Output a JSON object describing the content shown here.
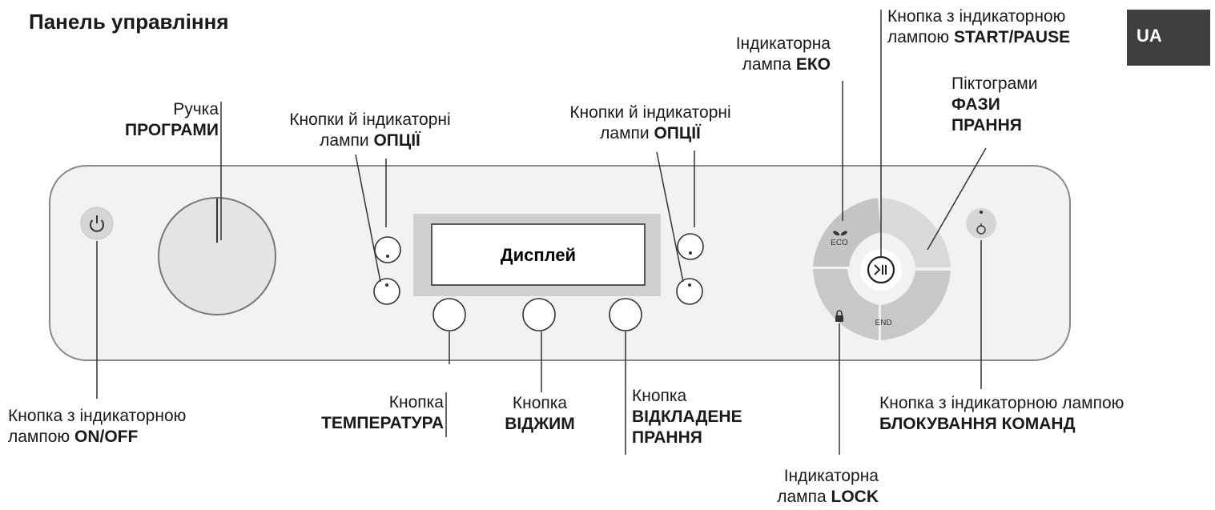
{
  "header": {
    "title": "Панель управління",
    "lang_badge": "UA"
  },
  "display": {
    "label": "Дисплей"
  },
  "panel_icons": {
    "eco": "ECO",
    "end": "END"
  },
  "callouts": {
    "program_knob": {
      "line1": "Ручка",
      "line2": "ПРОГРАМИ"
    },
    "options_left": {
      "line1": "Кнопки й індикаторні",
      "line2_plain": "лампи ",
      "line2_bold": "ОПЦІЇ"
    },
    "options_right": {
      "line1": "Кнопки й індикаторні",
      "line2_plain": "лампи ",
      "line2_bold": "ОПЦІЇ"
    },
    "eco_lamp": {
      "line1": "Індикаторна",
      "line2_plain": "лампа ",
      "line2_bold": "ЕКО"
    },
    "start_pause": {
      "line1": "Кнопка з індикаторною",
      "line2_plain": "лампою ",
      "line2_bold": "START/PAUSE"
    },
    "wash_phases": {
      "line1": "Піктограми",
      "line2": "ФАЗИ",
      "line3": "ПРАННЯ"
    },
    "on_off": {
      "line1": "Кнопка з індикаторною",
      "line2_plain": "лампою ",
      "line2_bold": "ON/OFF"
    },
    "temperature": {
      "line1": "Кнопка",
      "line2": "ТЕМПЕРАТУРА"
    },
    "spin": {
      "line1": "Кнопка",
      "line2": "ВІДЖИМ"
    },
    "delay": {
      "line1": "Кнопка",
      "line2": "ВІДКЛАДЕНЕ",
      "line3": "ПРАННЯ"
    },
    "lock_lamp": {
      "line1": "Індикаторна",
      "line2_plain": "лампа ",
      "line2_bold": "LOCK"
    },
    "child_lock": {
      "line1": "Кнопка з індикаторною лампою",
      "line2": "БЛОКУВАННЯ КОМАНД"
    }
  },
  "colors": {
    "panel_fill": "#f2f2f2",
    "panel_stroke": "#888888",
    "button_fill": "#ffffff",
    "arc_light": "#d9d9d9",
    "arc_dark": "#c4c4c4",
    "display_frame": "#cfcfcf",
    "badge": "#3f3f3f"
  }
}
